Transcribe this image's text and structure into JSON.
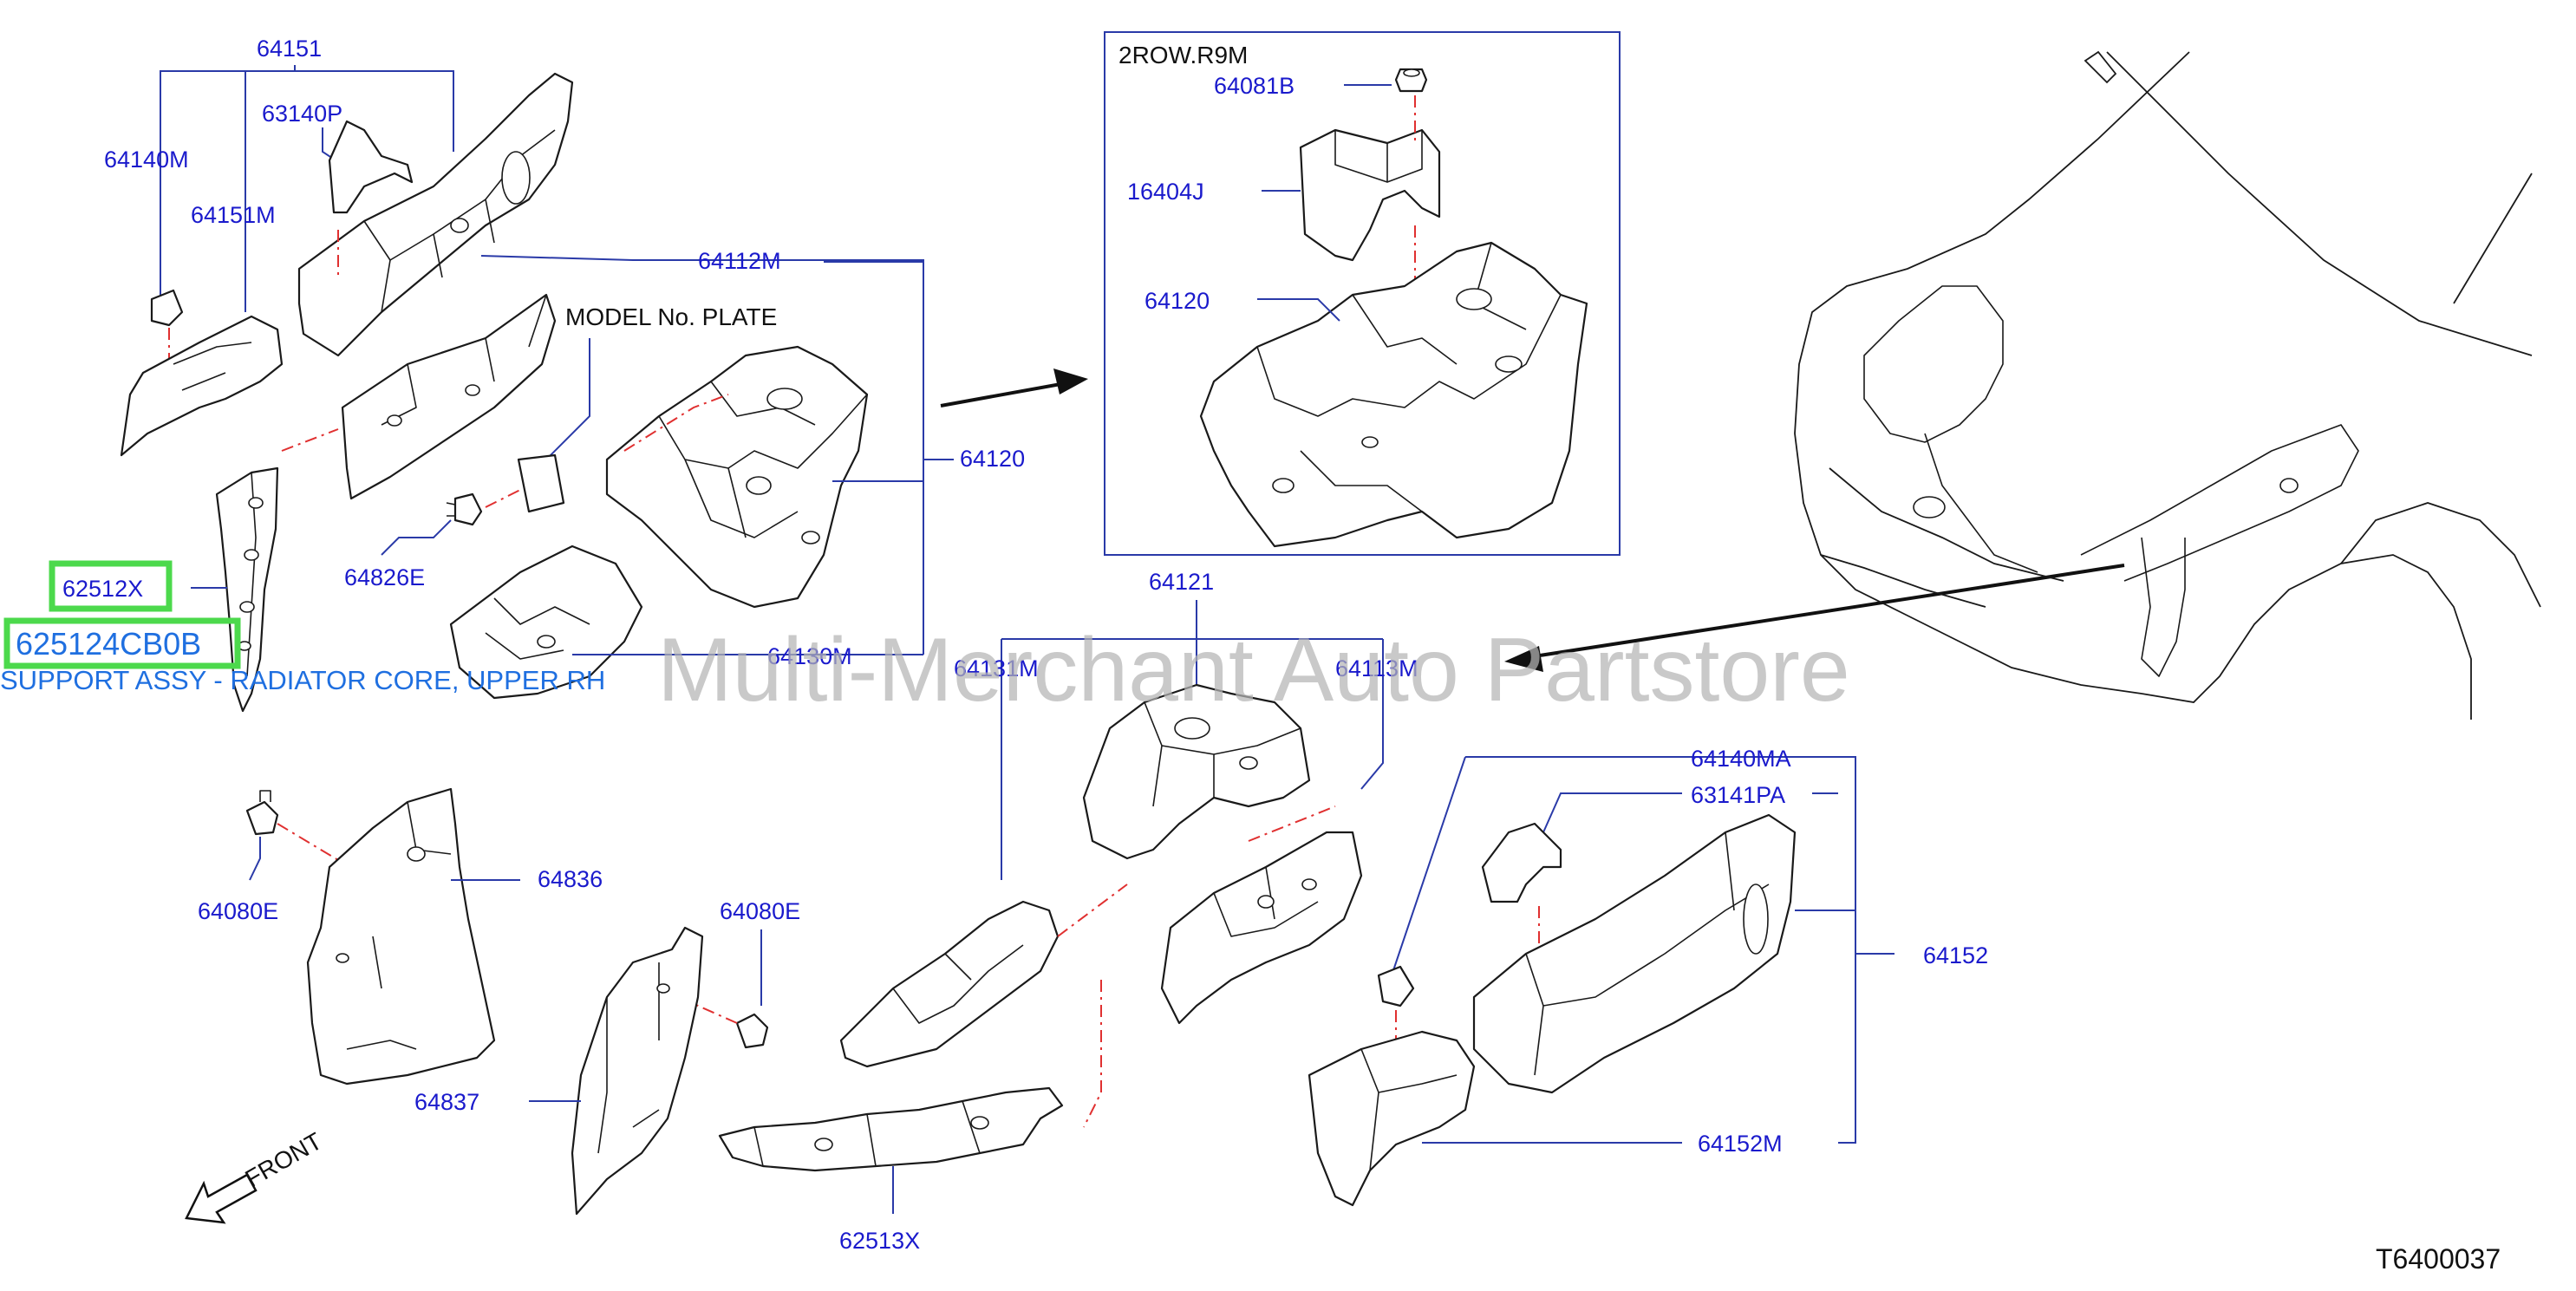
{
  "colors": {
    "label": "#1a1acc",
    "leader": "#2a3aa8",
    "centerline": "#e03030",
    "highlight": "#4cd94c",
    "highlight_text": "#1f6fe0",
    "watermark": "#b4b4b4"
  },
  "watermark": "Multi-Merchant Auto Partstore",
  "diagram_code": "T6400037",
  "front_label": "FRONT",
  "model_plate_label": "MODEL   No.   PLATE",
  "inset": {
    "title": "2ROW.R9M"
  },
  "highlight": {
    "part_code": "625124CB0B",
    "part_desc": "SUPPORT ASSY - RADIATOR CORE, UPPER RH",
    "related": "62512X"
  },
  "labels": {
    "p64151": "64151",
    "p63140P": "63140P",
    "p64140M": "64140M",
    "p64151M": "64151M",
    "p64112M": "64112M",
    "p64826E": "64826E",
    "p64120": "64120",
    "p64130M": "64130M",
    "p64081B": "64081B",
    "p16404J": "16404J",
    "p64120_inset": "64120",
    "p64121": "64121",
    "p64131M": "64131M",
    "p64113M": "64113M",
    "p64140MA": "64140MA",
    "p63141PA": "63141PA",
    "p64152": "64152",
    "p64152M": "64152M",
    "p64080E_a": "64080E",
    "p64836": "64836",
    "p64080E_b": "64080E",
    "p64837": "64837",
    "p62513X": "62513X"
  }
}
